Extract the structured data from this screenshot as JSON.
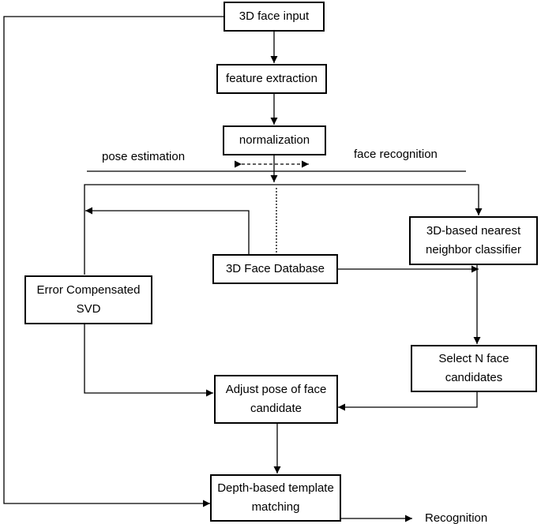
{
  "nodes": {
    "input": "3D face input",
    "feature": "feature extraction",
    "normalization": "normalization",
    "database": "3D Face Database",
    "nn_classifier": "3D-based nearest neighbor classifier",
    "svd": "Error Compensated SVD",
    "select": "Select N face candidates",
    "adjust": "Adjust pose of face candidate",
    "depth": "Depth-based template matching"
  },
  "labels": {
    "pose_estimation": "pose estimation",
    "face_recognition": "face recognition",
    "recognition": "Recognition"
  },
  "colors": {
    "stroke": "#000000",
    "background": "#ffffff"
  }
}
